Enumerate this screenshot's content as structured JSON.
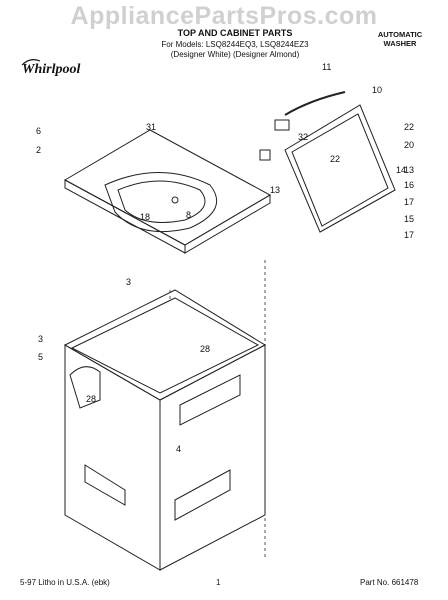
{
  "watermark": "AppliancePartsPros.com",
  "header": {
    "title": "TOP AND CABINET PARTS",
    "models": "For Models: LSQ8244EQ3, LSQ8244EZ3",
    "colors": "(Designer White) (Designer Almond)",
    "product": [
      "AUTOMATIC",
      "WASHER"
    ],
    "brand": "Whirlpool"
  },
  "labels": {
    "l11": "11",
    "l10": "10",
    "l6": "6",
    "l31": "31",
    "l2": "2",
    "l32": "32",
    "l22a": "22",
    "l22b": "22",
    "l20": "20",
    "l13a": "13",
    "l13b": "13",
    "l16": "16",
    "l17a": "17",
    "l17b": "17",
    "l15": "15",
    "l18": "18",
    "l8": "8",
    "l3a": "3",
    "l3b": "3",
    "l28a": "28",
    "l28b": "28",
    "l5": "5",
    "l4": "4",
    "l14": "14"
  },
  "footer": {
    "left": "5-97 Litho in U.S.A. (ebk)",
    "page": "1",
    "part_no": "Part No. 661478"
  }
}
